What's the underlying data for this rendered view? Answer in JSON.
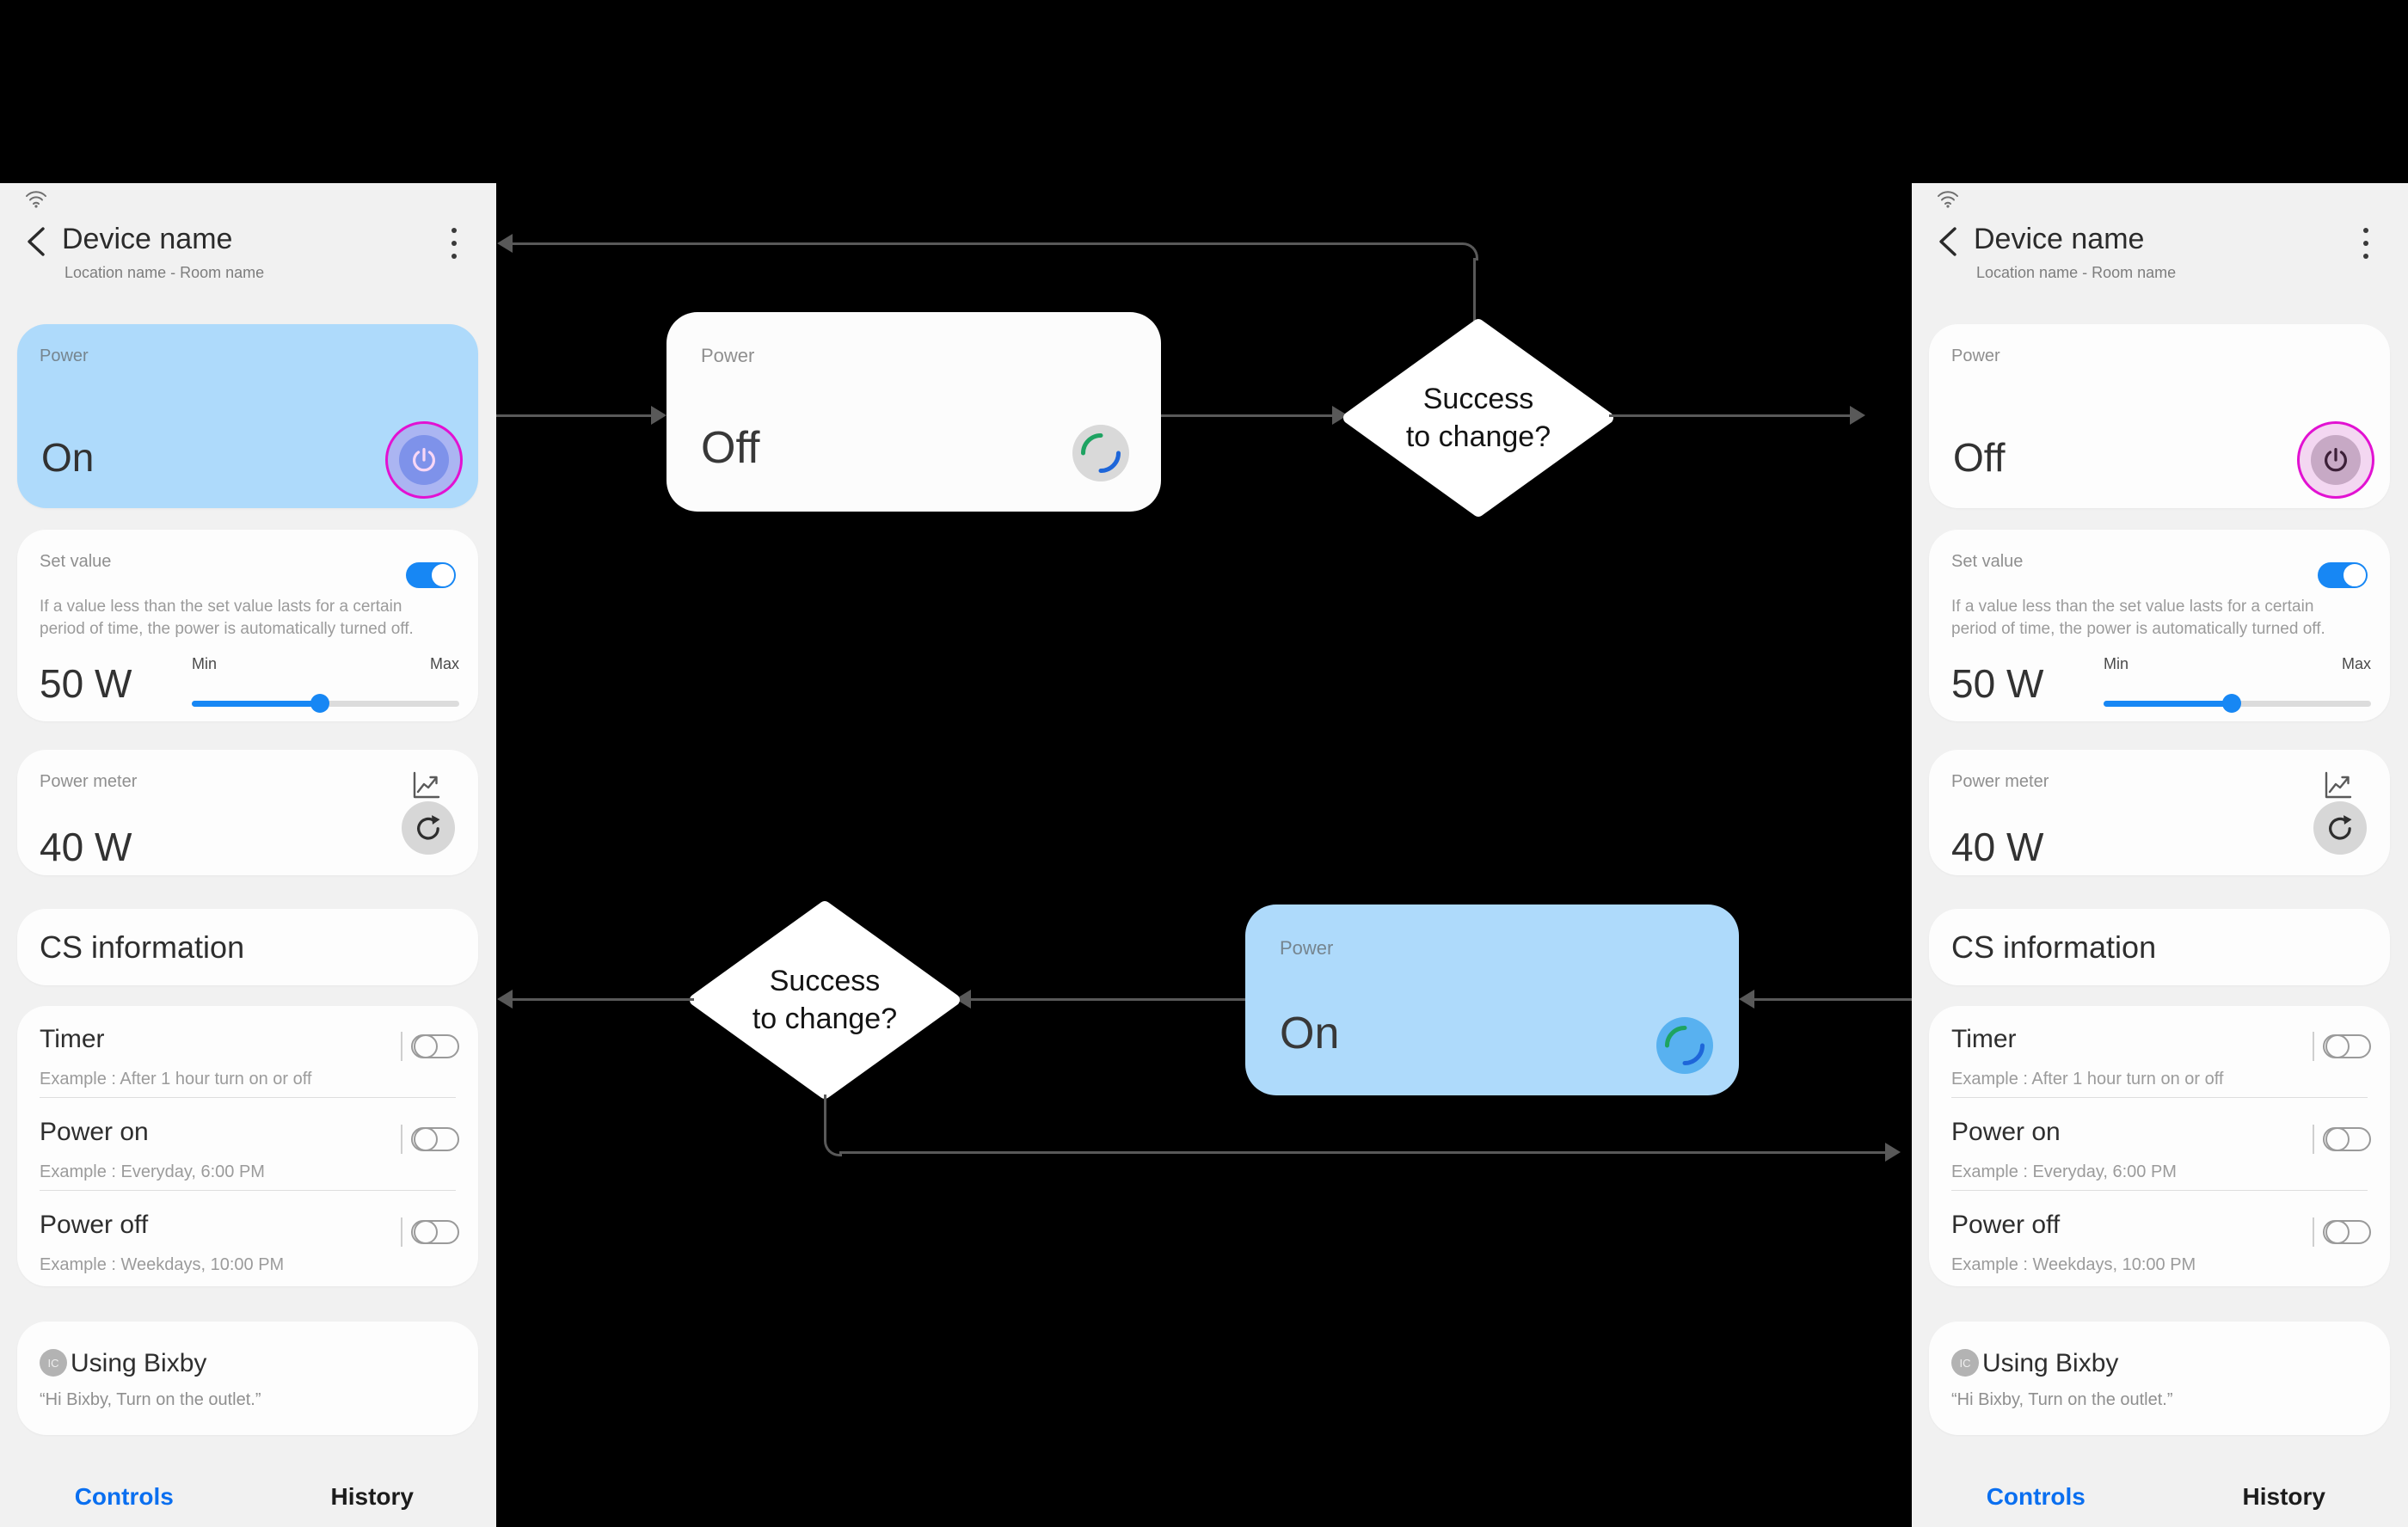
{
  "colors": {
    "accent_blue": "#1787f4",
    "tab_active_blue": "#0a6ff0",
    "card_blue": "#aedafb",
    "magenta_ring": "#e212d2",
    "power_on_button": "#7e92ea",
    "power_off_button": "#c7a9c5",
    "spinner_green": "#1ea362",
    "spinner_blue": "#1e66d9",
    "arrow_gray": "#595959"
  },
  "icons": {
    "wifi": "wifi-icon",
    "back": "back-chevron-icon",
    "more": "kebab-menu-icon",
    "power": "power-icon",
    "chart": "history-graph-icon",
    "refresh": "refresh-icon",
    "spinner": "loading-spinner-icon"
  },
  "phones": {
    "left": {
      "header": {
        "title": "Device name",
        "subtitle": "Location name - Room name"
      },
      "power_card": {
        "label": "Power",
        "value": "On"
      },
      "set_value_card": {
        "label": "Set value",
        "description_line1": "If a value less than the set value lasts for a certain",
        "description_line2": "period of time, the power is automatically turned off.",
        "value": "50 W",
        "min": "Min",
        "max": "Max",
        "slider_percent": 48,
        "toggle": "on"
      },
      "power_meter_card": {
        "label": "Power meter",
        "value": "40 W"
      },
      "cs_card": {
        "label": "CS information"
      },
      "schedule_card": {
        "rows": [
          {
            "title": "Timer",
            "example": "Example : After 1 hour turn on or off",
            "toggle": "off"
          },
          {
            "title": "Power on",
            "example": "Example : Everyday, 6:00 PM",
            "toggle": "off"
          },
          {
            "title": "Power off",
            "example": "Example : Weekdays, 10:00 PM",
            "toggle": "off"
          }
        ]
      },
      "bixby_card": {
        "badge": "IC",
        "title": "Using Bixby",
        "quote": "“Hi Bixby, Turn on the outlet.”"
      },
      "tabs": [
        {
          "label": "Controls",
          "active": true
        },
        {
          "label": "History",
          "active": false
        }
      ]
    },
    "right": {
      "header": {
        "title": "Device name",
        "subtitle": "Location name - Room name"
      },
      "power_card": {
        "label": "Power",
        "value": "Off"
      },
      "set_value_card": {
        "label": "Set value",
        "description_line1": "If a value less than the set value lasts for a certain",
        "description_line2": "period of time, the power is automatically turned off.",
        "value": "50 W",
        "min": "Min",
        "max": "Max",
        "slider_percent": 48,
        "toggle": "on"
      },
      "power_meter_card": {
        "label": "Power meter",
        "value": "40 W"
      },
      "cs_card": {
        "label": "CS information"
      },
      "schedule_card": {
        "rows": [
          {
            "title": "Timer",
            "example": "Example : After 1 hour turn on or off",
            "toggle": "off"
          },
          {
            "title": "Power on",
            "example": "Example : Everyday, 6:00 PM",
            "toggle": "off"
          },
          {
            "title": "Power off",
            "example": "Example : Weekdays, 10:00 PM",
            "toggle": "off"
          }
        ]
      },
      "bixby_card": {
        "badge": "IC",
        "title": "Using Bixby",
        "quote": "“Hi Bixby, Turn on the outlet.”"
      },
      "tabs": [
        {
          "label": "Controls",
          "active": true
        },
        {
          "label": "History",
          "active": false
        }
      ]
    }
  },
  "flowchart": {
    "top_card": {
      "label": "Power",
      "value": "Off"
    },
    "top_diamond": {
      "line1": "Success",
      "line2": "to change?"
    },
    "bottom_card": {
      "label": "Power",
      "value": "On"
    },
    "bottom_diamond": {
      "line1": "Success",
      "line2": "to change?"
    }
  }
}
